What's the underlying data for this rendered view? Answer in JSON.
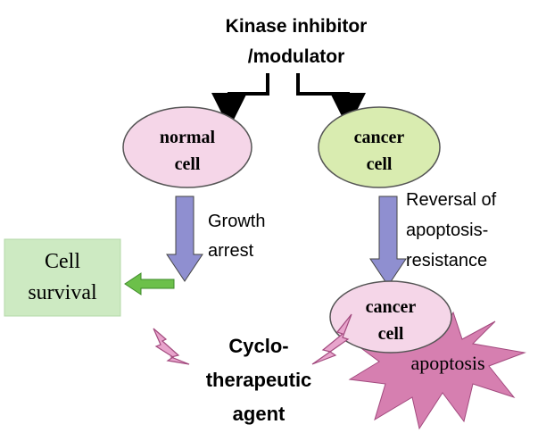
{
  "title": {
    "line1": "Kinase inhibitor",
    "line2": "/modulator"
  },
  "nodes": {
    "normal_cell": {
      "line1": "normal",
      "line2": "cell"
    },
    "cancer_cell_top": {
      "line1": "cancer",
      "line2": "cell"
    },
    "cancer_cell_bottom": {
      "line1": "cancer",
      "line2": "cell"
    },
    "cell_survival": {
      "line1": "Cell",
      "line2": "survival"
    },
    "apoptosis": "apoptosis"
  },
  "labels": {
    "growth_arrest": {
      "line1": "Growth",
      "line2": "arrest"
    },
    "reversal": {
      "line1": "Reversal of",
      "line2": "apoptosis-",
      "line3": "resistance"
    },
    "cyclo": {
      "line1": "Cyclo-",
      "line2": "therapeutic",
      "line3": "agent"
    }
  },
  "colors": {
    "normal_cell_fill": "#f5d6e8",
    "cancer_cell_fill": "#d9ecb0",
    "cell_survival_fill": "#cdeac2",
    "apoptosis_fill": "#d67fb0",
    "lightning_fill": "#e8a4cc",
    "big_arrow_fill": "#8f8fd0",
    "green_arrow_fill": "#6cc04a"
  }
}
